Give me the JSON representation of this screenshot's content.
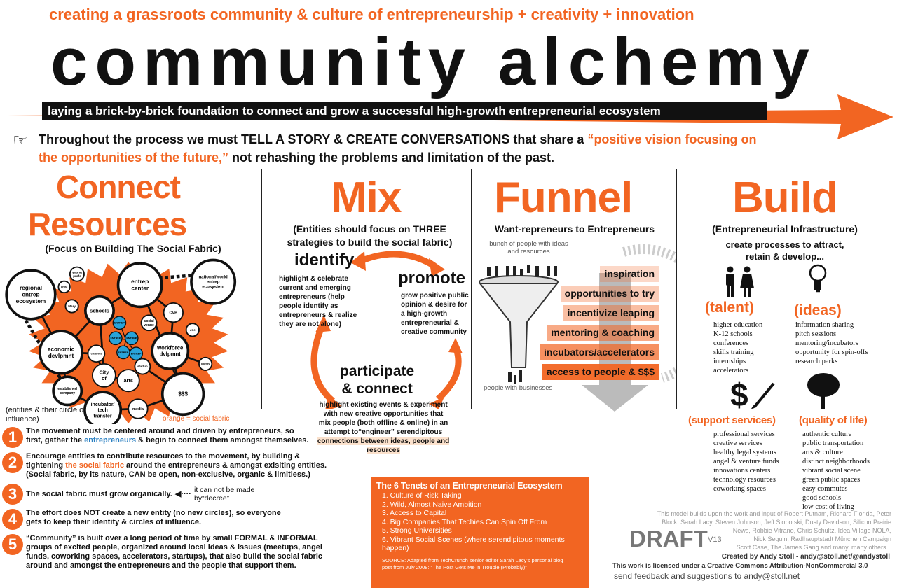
{
  "header": {
    "subtitle": "creating a grassroots community & culture of entrepreneurship + creativity + innovation",
    "title": "community alchemy",
    "tagline": "laying a brick-by-brick foundation to connect and grow a successful high-growth entrepreneurial ecosystem"
  },
  "story": {
    "icon": "pointing-hand-icon",
    "text_a": "Throughout the process we must TELL A STORY & CREATE CONVERSATIONS that share a ",
    "quote_a": "“positive vision focusing on",
    "quote_b": "the opportunities of the future,”",
    "text_b": " not rehashing the problems and limitation of the past."
  },
  "connect": {
    "title1": "Connect",
    "title2": "Resources",
    "subtitle": "(Focus on Building The Social Fabric)",
    "nodes": [
      "regional entrep ecosystem",
      "national/world entrep ecosystem",
      "young profs",
      "artist",
      "Mary",
      "schools",
      "entrep center",
      "CVB",
      "social venue",
      "Joe",
      "economic devlpmnt",
      "workforce dvlpmnt",
      "creatives",
      "attorney",
      "startup",
      "established company",
      "City of",
      "arts",
      "$$$",
      "incubator/ tech transfer",
      "media",
      "ENTREP"
    ],
    "legend_entities": "(entities & their circle of influence)",
    "legend_orange": "orange = social fabric"
  },
  "mix": {
    "title": "Mix",
    "subtitle": "(Entities should focus on THREE strategies to build the social fabric)",
    "identify": {
      "label": "identify",
      "text": "highlight & celebrate current and emerging entrepreneurs (help people identify as entrepreneurs & realize they are not alone)"
    },
    "promote": {
      "label": "promote",
      "text": "grow positive public opinion & desire for a high-growth entrepreneurial & creative community"
    },
    "participate": {
      "label1": "participate",
      "label2": "& connect",
      "text": "highlight existing events & experiment with new creative opportunities that mix people (both offline & online) in an attempt to“engineer” serendipitous",
      "highlight": "connections between ideas, people and resources"
    }
  },
  "funnel": {
    "title": "Funnel",
    "subtitle": "Want-repreneurs to Entrepreneurs",
    "top_label": "bunch of people with ideas and resources",
    "bottom_label": "people with businesses",
    "stages": [
      "inspiration",
      "opportunities to try",
      "incentivize leaping",
      "mentoring & coaching",
      "incubators/accelerators",
      "access to people & $$$"
    ]
  },
  "build": {
    "title": "Build",
    "subtitle": "(Entrepreneurial Infrastructure)",
    "intro1": "create processes to attract,",
    "intro2": "retain & develop...",
    "talent": {
      "label": "(talent)",
      "icon": "people-icon",
      "items": [
        "higher education",
        "K-12 schools",
        "conferences",
        "skills training",
        "internships",
        "accelerators"
      ]
    },
    "ideas": {
      "label": "(ideas)",
      "icon": "lightbulb-icon",
      "items": [
        "information sharing",
        "pitch sessions",
        "mentoring/incubators",
        "opportunity for spin-offs",
        "research parks"
      ]
    },
    "support": {
      "label": "(support services)",
      "icon": "dollar-paintbrush-icon",
      "items": [
        "professional services",
        "creative services",
        "healthy legal systems",
        "angel & venture funds",
        "innovations centers",
        "technology resources",
        "coworking spaces"
      ]
    },
    "quality": {
      "label": "(quality of life)",
      "icon": "tree-icon",
      "items": [
        "authentic culture",
        "public transportation",
        "arts & culture",
        "distinct neighborhoods",
        "vibrant social scene",
        "green public spaces",
        "easy commutes",
        "good schools",
        "low cost of living"
      ]
    }
  },
  "principles": [
    {
      "n": "1",
      "lines": [
        "The movement must be centered around and driven by entrepreneurs, so"
      ],
      "pre": "first, gather the ",
      "hl": "entrepreneurs",
      "post": " & begin to connect them amongst themselves.",
      "hl_color": "#2a7fc1"
    },
    {
      "n": "2",
      "lines": [
        "Encourage entities to contribute resources to the movement, by building &"
      ],
      "pre": "tightening ",
      "hl": "the social fabric",
      "post": " around the entrepreneurs & amongst exisiting entities.",
      "after": "(Social fabric, by its nature, CAN be open, non-exclusive, organic & limitless.)",
      "hl_color": "#f26522"
    },
    {
      "n": "3",
      "lines": [
        "The social fabric must grow organically."
      ],
      "note": "it can not be made by“decree”"
    },
    {
      "n": "4",
      "lines": [
        "The effort does NOT create a new entity (no new circles), so everyone",
        "gets to keep their identity & circles of influence."
      ]
    },
    {
      "n": "5",
      "lines": [
        "“Community” is built over a long period of time by small FORMAL & INFORMAL",
        "groups of excited people, organized around local ideas & issues (meetups, angel",
        "funds, coworking spaces, accelerators, startups), that also build the social fabric",
        "around and amongst the entrepreneurs and the people that support them."
      ]
    }
  ],
  "tenets": {
    "title": "The 6 Tenets of an Entrepreneurial Ecosystem",
    "items": [
      "1. Culture of Risk Taking",
      "2. Wild, Almost Naive Ambition",
      "3. Access to Capital",
      "4. Big Companies That Techies Can Spin Off From",
      "5. Strong Universities",
      "6. Vibrant Social Scenes (where serendipitous moments happen)"
    ],
    "source": "SOURCE: Adapted from TechCrunch senior editor Sarah Lacy's personal blog post  from July 2008: “The Post Gets Me in Trouble (Probably)”"
  },
  "credits": {
    "builds_on_1": "This model builds upon the work and input of Robert Putnam, Richard Florida, Peter",
    "builds_on_2": "Block, Sarah Lacy, Steven Johnson, Jeff Slobotski, Dusty Davidson, Silicon Prairie",
    "builds_on_3": "News, Robbie Vitrano, Chris Schultz, Idea Village NOLA,",
    "builds_on_4": "Nick Seguin, Radlhauptstadt München Campaign",
    "builds_on_5": "Scott Case, The James Gang and many, many others...",
    "draft": "DRAFT",
    "version": "V13",
    "created_by": "Created by Andy Stoll - andy@stoll.net/@andystoll",
    "license": "This work is licensed under a Creative Commons  Attribution-NonCommercial 3.0",
    "feedback": "send feedback and suggestions to andy@stoll.net"
  },
  "colors": {
    "accent": "#f26522",
    "entrep": "#29a3d9",
    "dark": "#111111"
  }
}
